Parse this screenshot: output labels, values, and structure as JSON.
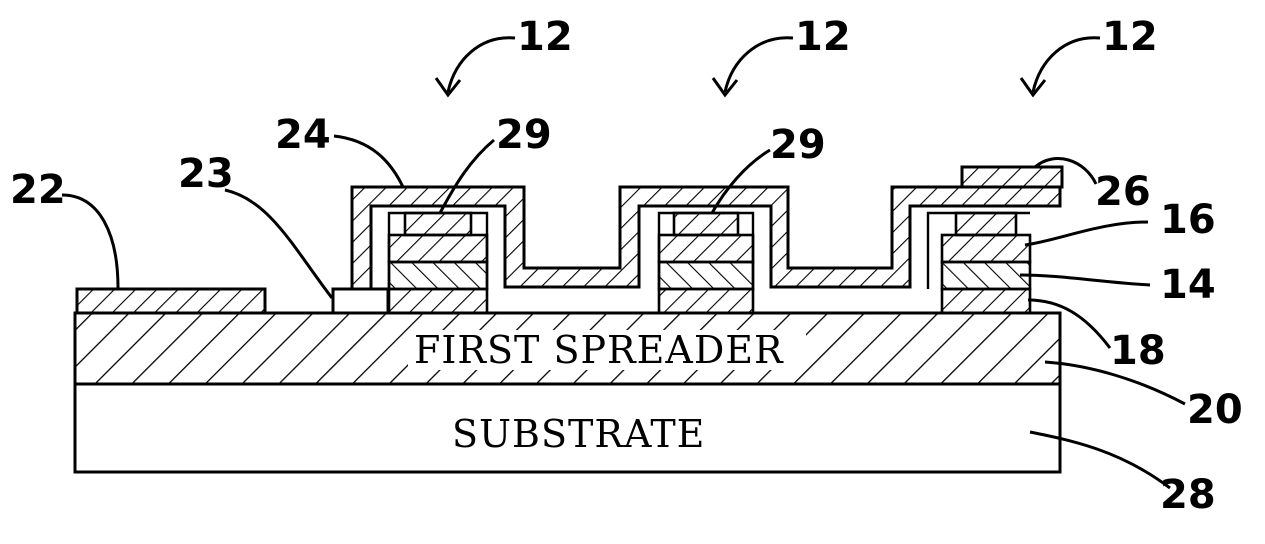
{
  "figure": {
    "layer_labels": {
      "first_spreader": "FIRST SPREADER",
      "substrate": "SUBSTRATE"
    },
    "reference_numerals": {
      "device_left": "12",
      "device_mid": "12",
      "device_right": "12",
      "contact_22": "22",
      "step_23": "23",
      "layer_24": "24",
      "contact_26": "26",
      "layer_29_left": "29",
      "layer_29_mid": "29",
      "layer_16": "16",
      "layer_14": "14",
      "layer_18": "18",
      "spreader_20": "20",
      "substrate_28": "28"
    }
  }
}
